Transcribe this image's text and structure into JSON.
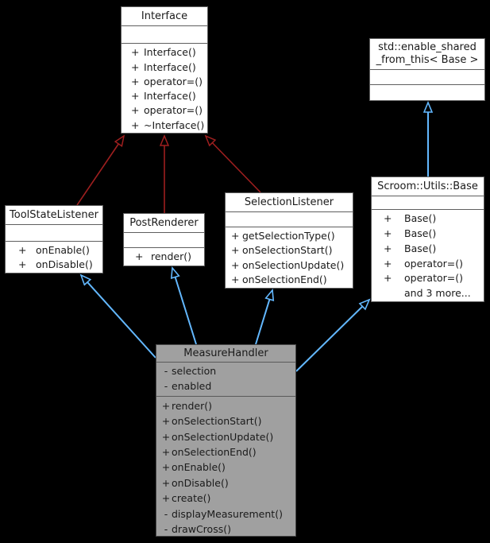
{
  "colors": {
    "background": "#000000",
    "node_fill": "#ffffff",
    "highlight_fill": "#a0a0a0",
    "node_border": "#5f5f5f",
    "edge_red": "#9e1f1f",
    "edge_blue": "#63b8ff"
  },
  "classes": {
    "interface": {
      "title": "Interface",
      "methods": [
        {
          "sign": "+",
          "text": "Interface()"
        },
        {
          "sign": "+",
          "text": "Interface()"
        },
        {
          "sign": "+",
          "text": "operator=()"
        },
        {
          "sign": "+",
          "text": "Interface()"
        },
        {
          "sign": "+",
          "text": "operator=()"
        },
        {
          "sign": "+",
          "text": "~Interface()"
        }
      ]
    },
    "enable_shared": {
      "title_line1": "std::enable_shared",
      "title_line2": "_from_this< Base >"
    },
    "toolstatelistener": {
      "title": "ToolStateListener",
      "methods": [
        {
          "sign": "+",
          "text": "onEnable()"
        },
        {
          "sign": "+",
          "text": "onDisable()"
        }
      ]
    },
    "postrenderer": {
      "title": "PostRenderer",
      "methods": [
        {
          "sign": "+",
          "text": "render()"
        }
      ]
    },
    "selectionlistener": {
      "title": "SelectionListener",
      "methods": [
        {
          "sign": "+",
          "text": "getSelectionType()"
        },
        {
          "sign": "+",
          "text": "onSelectionStart()"
        },
        {
          "sign": "+",
          "text": "onSelectionUpdate()"
        },
        {
          "sign": "+",
          "text": "onSelectionEnd()"
        }
      ]
    },
    "base": {
      "title": "Scroom::Utils::Base",
      "methods": [
        {
          "sign": "+",
          "text": "Base()"
        },
        {
          "sign": "+",
          "text": "Base()"
        },
        {
          "sign": "+",
          "text": "Base()"
        },
        {
          "sign": "+",
          "text": "operator=()"
        },
        {
          "sign": "+",
          "text": "operator=()"
        },
        {
          "sign": "",
          "text": "and 3 more..."
        }
      ]
    },
    "measurehandler": {
      "title": "MeasureHandler",
      "attributes": [
        {
          "sign": "-",
          "text": "selection"
        },
        {
          "sign": "-",
          "text": "enabled"
        }
      ],
      "methods": [
        {
          "sign": "+",
          "text": "render()"
        },
        {
          "sign": "+",
          "text": "onSelectionStart()"
        },
        {
          "sign": "+",
          "text": "onSelectionUpdate()"
        },
        {
          "sign": "+",
          "text": "onSelectionEnd()"
        },
        {
          "sign": "+",
          "text": "onEnable()"
        },
        {
          "sign": "+",
          "text": "onDisable()"
        },
        {
          "sign": "+",
          "text": "create()"
        },
        {
          "sign": "-",
          "text": "displayMeasurement()"
        },
        {
          "sign": "-",
          "text": "drawCross()"
        }
      ]
    }
  },
  "edges": [
    {
      "from": "ToolStateListener",
      "to": "Interface",
      "type": "inheritance",
      "color": "edge_red"
    },
    {
      "from": "PostRenderer",
      "to": "Interface",
      "type": "inheritance",
      "color": "edge_red"
    },
    {
      "from": "SelectionListener",
      "to": "Interface",
      "type": "inheritance",
      "color": "edge_red"
    },
    {
      "from": "MeasureHandler",
      "to": "ToolStateListener",
      "type": "inheritance",
      "color": "edge_blue"
    },
    {
      "from": "MeasureHandler",
      "to": "PostRenderer",
      "type": "inheritance",
      "color": "edge_blue"
    },
    {
      "from": "MeasureHandler",
      "to": "SelectionListener",
      "type": "inheritance",
      "color": "edge_blue"
    },
    {
      "from": "MeasureHandler",
      "to": "Scroom::Utils::Base",
      "type": "inheritance",
      "color": "edge_blue"
    },
    {
      "from": "Scroom::Utils::Base",
      "to": "std::enable_shared_from_this< Base >",
      "type": "inheritance",
      "color": "edge_blue"
    }
  ]
}
